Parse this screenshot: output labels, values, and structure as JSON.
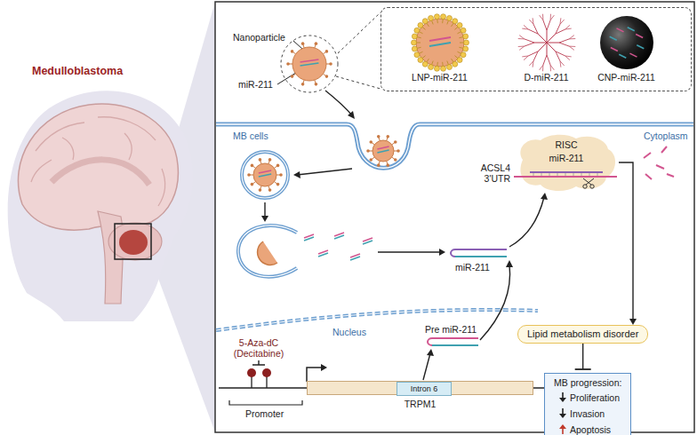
{
  "diagram": {
    "title": "Medulloblastoma",
    "nodes": [
      {
        "text": [
          "LNP-miR-211",
          "D-miR-211",
          "CNP-miR-211"
        ]
      },
      {
        "text": [
          "RISC",
          "miR-211"
        ]
      },
      {
        "text": [
          "Lipid metabolism disorder"
        ]
      },
      {
        "text": [
          "MB progression:",
          "Proliferation",
          "Invasion",
          "Apoptosis"
        ]
      },
      {
        "text": [
          "TRPM1"
        ]
      },
      {
        "text": [
          "Intron 6"
        ],
        "in": 4
      }
    ],
    "edges": [
      {
        "from": 1,
        "to": 2,
        "arrow": "to"
      },
      {
        "from": 2,
        "to": 3,
        "arrow": "to"
      }
    ],
    "labels": [
      "Nanoparticle",
      "miR-211",
      "MB cells",
      "Cytoplasm",
      "ACSL4 3'UTR",
      "miR-211",
      "Nucleus",
      "Pre miR-211",
      "5-Aza-dC (Decitabine)",
      "Promoter"
    ]
  }
}
